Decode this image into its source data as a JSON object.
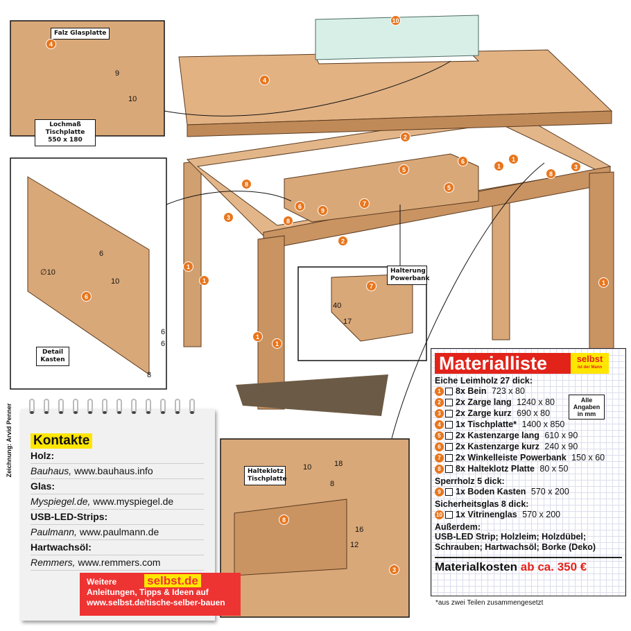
{
  "callouts": {
    "top": {
      "falz": "Falz Glasplatte",
      "lochmass": "Lochmaß Tischplatte",
      "lochmass_size": "550 x 180"
    },
    "detail_kasten": "Detail Kasten",
    "halterung": "Halterung Powerbank",
    "halteklotz": "Halteklotz Tischplatte"
  },
  "dimensions": {
    "falz_9": "9",
    "falz_10": "10",
    "kasten_6": "6",
    "kasten_10": "10",
    "kasten_dia": "∅10",
    "kasten_6a": "6",
    "kasten_6b": "6",
    "kasten_8": "8",
    "halt_40": "40",
    "halt_17": "17",
    "klotz_10": "10",
    "klotz_18": "18",
    "klotz_8": "8",
    "klotz_16": "16",
    "klotz_12": "12"
  },
  "badges": [
    "10",
    "4",
    "4",
    "2",
    "6",
    "5",
    "5",
    "6",
    "8",
    "9",
    "7",
    "8",
    "3",
    "1",
    "1",
    "1",
    "1",
    "1",
    "1",
    "1",
    "3",
    "8",
    "2",
    "6",
    "7",
    "8",
    "3"
  ],
  "credit": "Zeichnung: Arvid Penner",
  "kontakte": {
    "title": "Kontakte",
    "items": [
      {
        "heading": "Holz:",
        "company": "Bauhaus,",
        "url": "www.bauhaus.info"
      },
      {
        "heading": "Glas:",
        "company": "Myspiegel.de,",
        "url": "www.myspiegel.de"
      },
      {
        "heading": "USB-LED-Strips:",
        "company": "Paulmann,",
        "url": "www.paulmann.de"
      },
      {
        "heading": "Hartwachsöl:",
        "company": "Remmers,",
        "url": "www.remmers.com"
      }
    ]
  },
  "promo": {
    "prefix": "Weitere",
    "logo": "selbst.de",
    "line2": "Anleitungen, Tipps & Ideen auf",
    "url": "www.selbst.de/tische-selber-bauen"
  },
  "materialliste": {
    "title": "Materialliste",
    "logo": "selbst",
    "logo_sub": "ist der Mann",
    "units_note": "Alle Angaben in mm",
    "sections": [
      {
        "heading": "Eiche Leimholz 27 dick:",
        "items": [
          {
            "n": "1",
            "name": "8x Bein",
            "size": "723 x 80"
          },
          {
            "n": "2",
            "name": "2x Zarge lang",
            "size": "1240 x 80"
          },
          {
            "n": "3",
            "name": "2x Zarge kurz",
            "size": "690 x 80"
          },
          {
            "n": "4",
            "name": "1x Tischplatte*",
            "size": "1400 x 850"
          },
          {
            "n": "5",
            "name": "2x Kastenzarge lang",
            "size": "610 x 90"
          },
          {
            "n": "6",
            "name": "2x Kastenzarge kurz",
            "size": "240 x 90"
          },
          {
            "n": "7",
            "name": "2x Winkelleiste Powerbank",
            "size": "150 x 60"
          },
          {
            "n": "8",
            "name": "8x Halteklotz Platte",
            "size": "80 x 50"
          }
        ]
      },
      {
        "heading": "Sperrholz 5 dick:",
        "items": [
          {
            "n": "9",
            "name": "1x Boden Kasten",
            "size": "570 x 200"
          }
        ]
      },
      {
        "heading": "Sicherheitsglas 8 dick:",
        "items": [
          {
            "n": "10",
            "name": "1x Vitrinenglas",
            "size": "570 x 200"
          }
        ]
      }
    ],
    "extra_heading": "Außerdem:",
    "extra": "USB-LED Strip; Holzleim; Holzdübel; Schrauben; Hartwachsöl; Borke (Deko)",
    "cost_label": "Materialkosten",
    "cost_value": "ab ca. 350 €",
    "footnote": "*aus zwei Teilen zusammengesetzt"
  },
  "colors": {
    "wood": "#d9a878",
    "wood_dark": "#b98254",
    "accent": "#e8761e",
    "red": "#e2231a",
    "yellow": "#ffe600"
  }
}
